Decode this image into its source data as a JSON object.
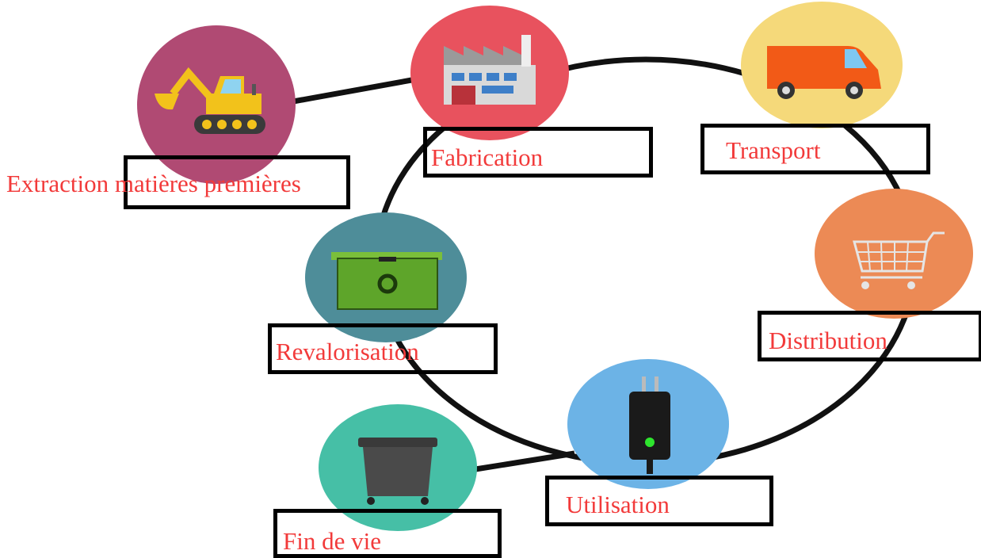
{
  "colors": {
    "label_text": "#f23a3a",
    "line": "#111111",
    "box_border": "#000000",
    "extraction_circle": "#b04a73",
    "fabrication_circle": "#e8525e",
    "transport_circle": "#f5d97a",
    "distribution_circle": "#ec8a55",
    "utilisation_circle": "#6cb3e6",
    "fin_de_vie_circle": "#46bfa6",
    "revalorisation_circle": "#4e8d99"
  },
  "stages": {
    "extraction": {
      "label": "Extraction matières premières",
      "icon": "excavator-icon"
    },
    "fabrication": {
      "label": "Fabrication",
      "icon": "factory-icon"
    },
    "transport": {
      "label": "Transport",
      "icon": "delivery-van-icon"
    },
    "distribution": {
      "label": "Distribution",
      "icon": "shopping-cart-icon"
    },
    "utilisation": {
      "label": "Utilisation",
      "icon": "charger-plug-icon"
    },
    "fin_de_vie": {
      "label": "Fin de vie",
      "icon": "trash-bin-icon"
    },
    "revalorisation": {
      "label": "Revalorisation",
      "icon": "recycling-bin-icon"
    }
  }
}
